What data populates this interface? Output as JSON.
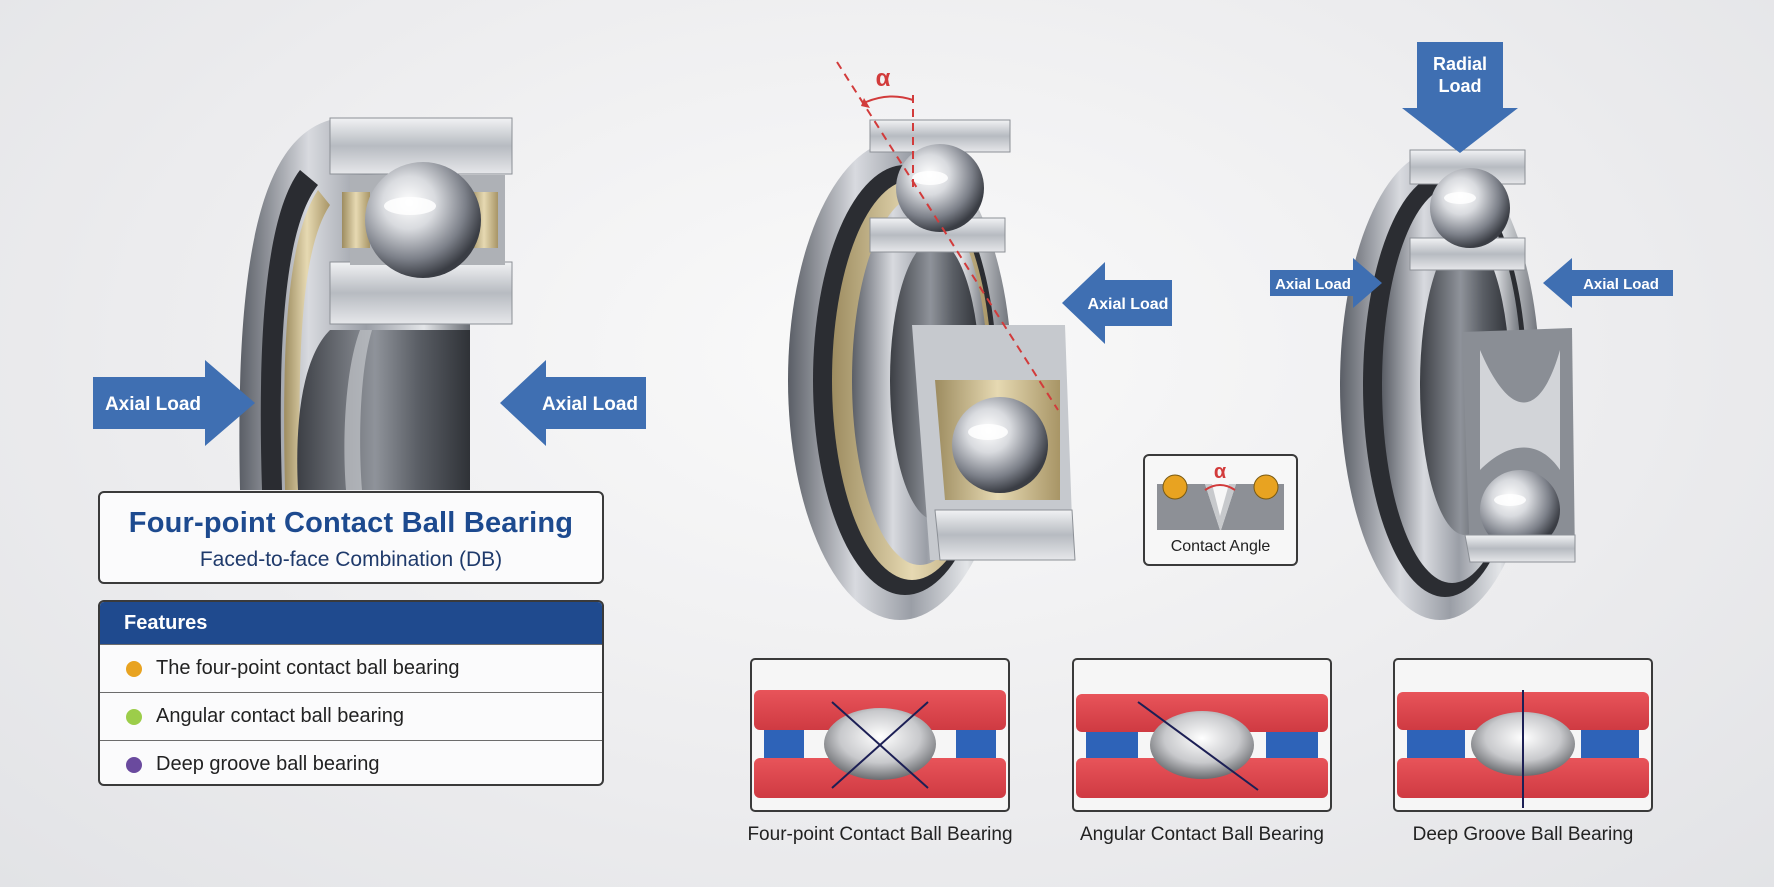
{
  "left_bearing": {
    "arrow_left_label": "Axial Load",
    "arrow_right_label": "Axial Load"
  },
  "title_box": {
    "title": "Four-point Contact Ball Bearing",
    "subtitle": "Faced-to-face Combination (DB)"
  },
  "features": {
    "header": "Features",
    "items": [
      {
        "label": "The four-point contact ball bearing",
        "color": "#e8a321"
      },
      {
        "label": "Angular contact ball bearing",
        "color": "#9ccd4a"
      },
      {
        "label": "Deep groove ball bearing",
        "color": "#6a4a9e"
      }
    ]
  },
  "angular_bearing": {
    "angle_symbol": "α",
    "axial_label": "Axial Load"
  },
  "contact_angle_box": {
    "symbol": "α",
    "label": "Contact Angle"
  },
  "groove_bearing": {
    "radial_label_line1": "Radial",
    "radial_label_line2": "Load",
    "axial_left_label": "Axial Load",
    "axial_right_label": "Axial Load"
  },
  "diagrams": [
    {
      "caption": "Four-point Contact Ball Bearing"
    },
    {
      "caption": "Angular Contact Ball Bearing"
    },
    {
      "caption": "Deep Groove Ball Bearing"
    }
  ],
  "colors": {
    "arrow_blue": "#3f6fb2",
    "title_blue": "#1d4a8f",
    "ring_red": "#e0454c",
    "cage_blue": "#2e63b8",
    "angle_red": "#d23b3b",
    "brass": "#c9b88a"
  }
}
